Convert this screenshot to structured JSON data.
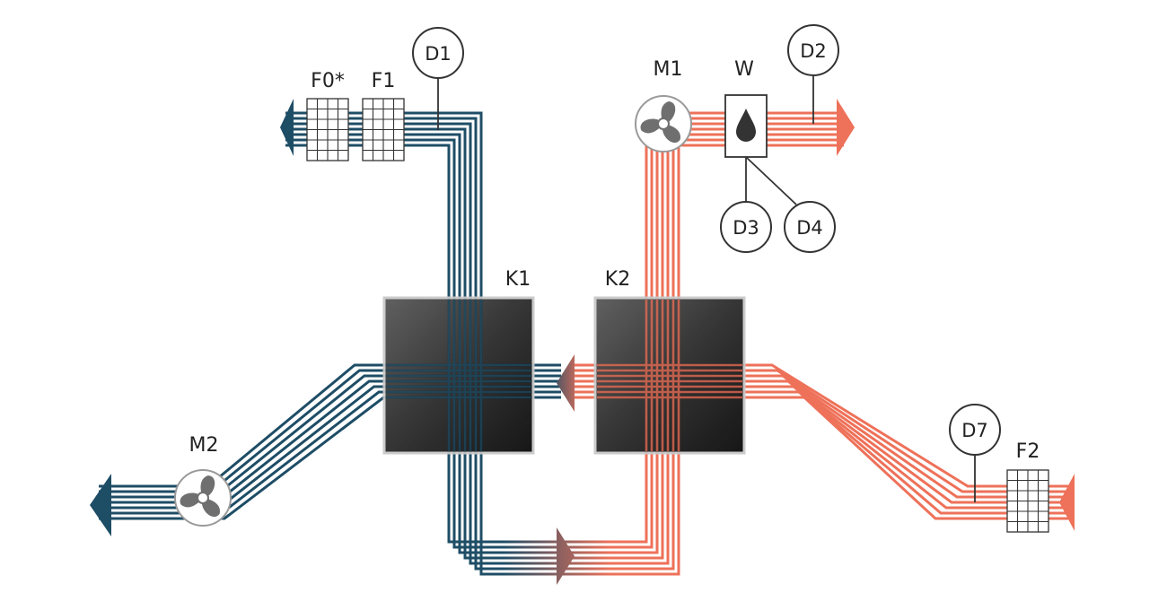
{
  "colors": {
    "cold_stream": "#1e4d66",
    "warm_stream": "#ee7159",
    "exchanger_fill": "#161616",
    "exchanger_border": "#c8c8c8",
    "fan_fill": "#6f6f6f"
  },
  "components": {
    "filters": [
      "F0*",
      "F1",
      "F2"
    ],
    "fans": [
      "M1",
      "M2"
    ],
    "exchangers": [
      "K1",
      "K2"
    ],
    "humidifier": "W",
    "sensors": [
      "D1",
      "D2",
      "D3",
      "D4",
      "D7"
    ]
  },
  "icons": {
    "fan": "fan-icon",
    "filter": "filter-grid-icon",
    "humidifier": "water-drop-icon",
    "flow_end": "arrow-icon"
  }
}
